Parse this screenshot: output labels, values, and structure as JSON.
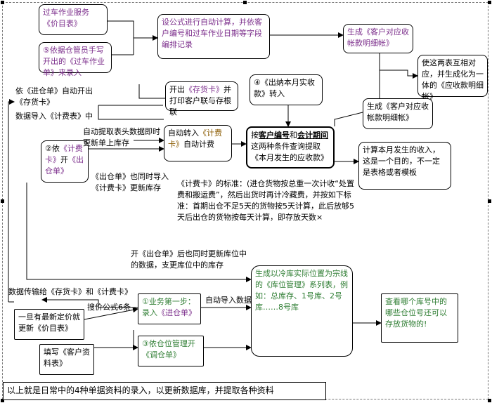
{
  "boxes": {
    "b1": "过车作业服务《价目表》",
    "b2": "⑤依据仓管员手写开出的《过车作业单》来录入",
    "b3": "设公式进行自动计算，并依客户编号和过车作业日期等字段编排记录",
    "b4": "生成《客户对应收帐款明细帐》",
    "b5": "使这两表互相对应，并生成化为一体的《应收款明细帐》",
    "b6_pre": "开出",
    "b6_em": "《存货卡》",
    "b6_post": "并打印客户联与存根联",
    "b7": "④《出纳本月实收款》转入",
    "b8": "生成《客户对应收帐款明细帐》",
    "b9_pre": "②依",
    "b9_em1": "《计费卡》",
    "b9_mid": "开",
    "b9_em2": "《出仓单》",
    "b10_pre": "自动转入",
    "b10_em": "《计费卡》",
    "b10_post": "自动计费",
    "b11_a": "按",
    "b11_b": "客户编号",
    "b11_c": "和",
    "b11_d": "会计期间",
    "b11_e": "这两种条件查询提取《本月发生的应收款》",
    "b12": "计算本月发生的收入，这是一个目的，不一定是表格或者模板",
    "b13": "生成以冷库实际位置为宗线的《库位管理》系列表，例如：总库存、1号库、2号库……8号库",
    "b14": "查看哪个库号中的哪些仓位号还可以存放货物的!",
    "b15_pre": "①业务第一步：录入",
    "b15_em": "《进仓单》",
    "b16": "③依仓位管理开《调仓单》",
    "b17": "一旦有最新定价就更新《价目表》",
    "b18": "填写《客户资料表》"
  },
  "labels": {
    "l1": "依《进仓单》自动开出《存货卡》",
    "l2": "数据导入《计费表》中",
    "l3": "自动提取表头数据即时更新单上库存",
    "l4": "《出仓单》也同时导入《计费卡》更新库存",
    "l5": "《计费卡》的标准：(进仓货物按总重一次计收“处置费和搬运费”，然后出货时再计冷藏费，并按如下标准：首期出仓不足5天的货物按5天计算，此后放够5天后出仓的货物按每天计算，即存放天数×",
    "l6": "开《出仓单》后也同时更新库位中的数据，支更库位中的库存",
    "l7": "数据传输给《存货卡》和《计费卡》",
    "l8": "搜价公式6条",
    "l9": "自动导入数据",
    "footer": "以上就是日常中的4种单据资料的录入，以更新数据库，并提取各种资料"
  }
}
